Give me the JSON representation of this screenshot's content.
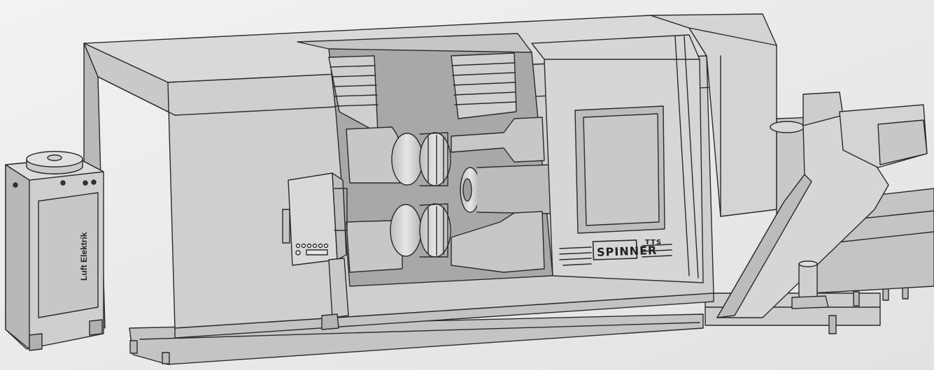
{
  "scene": {
    "subject": "CNC turning center line drawing",
    "labels": {
      "brand": "SPINNER",
      "model": "TTS",
      "cabinet": "Luft Elektrik"
    },
    "colors": {
      "background": "#ececec",
      "machine_face": "#cfcfcf",
      "machine_light": "#dcdcdc",
      "machine_dark": "#a9a9a9",
      "outline": "#2a2a2a"
    }
  }
}
